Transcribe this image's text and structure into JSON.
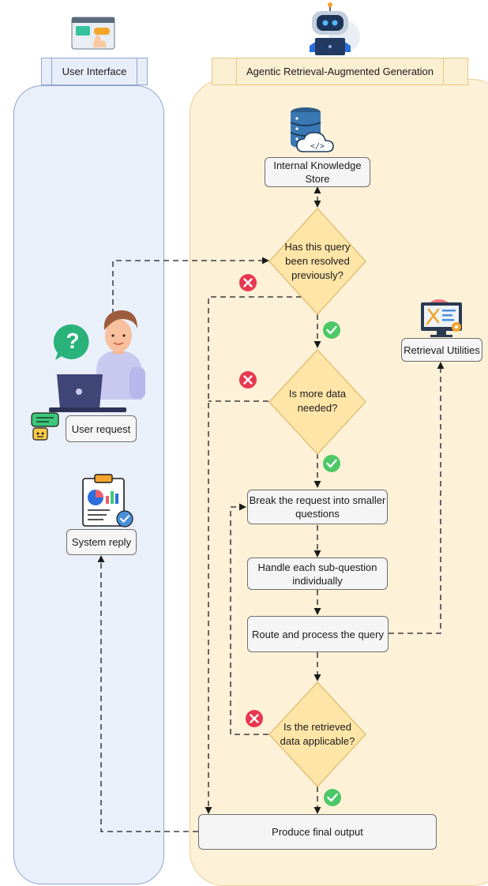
{
  "lanes": {
    "user_interface": "User Interface",
    "agentic_rag": "Agentic Retrieval-Augmented Generation"
  },
  "nodes": {
    "knowledge_store": "Internal Knowledge Store",
    "resolved_before": "Has this query been resolved previously?",
    "more_data": "Is more data needed?",
    "break_request": "Break the request into smaller questions",
    "handle_sub": "Handle each sub-question individually",
    "route_process": "Route and process the query",
    "retrieved_applicable": "Is the retrieved data applicable?",
    "final_output": "Produce final output",
    "retrieval_utilities": "Retrieval Utilities",
    "user_request": "User request",
    "system_reply": "System reply"
  },
  "icons": [
    "ui-chat-icon",
    "robot-laptop-icon",
    "database-code-icon",
    "tools-monitor-icon",
    "user-laptop-icon",
    "question-bubble-icon",
    "chatbot-icon",
    "report-clipboard-icon",
    "check-icon",
    "cross-icon"
  ],
  "colors": {
    "ui_lane": "#eaf0fa",
    "rag_lane": "#fdf1d8",
    "diamond": "#ffe6a8",
    "check": "#4cc966",
    "cross": "#e8384f"
  }
}
